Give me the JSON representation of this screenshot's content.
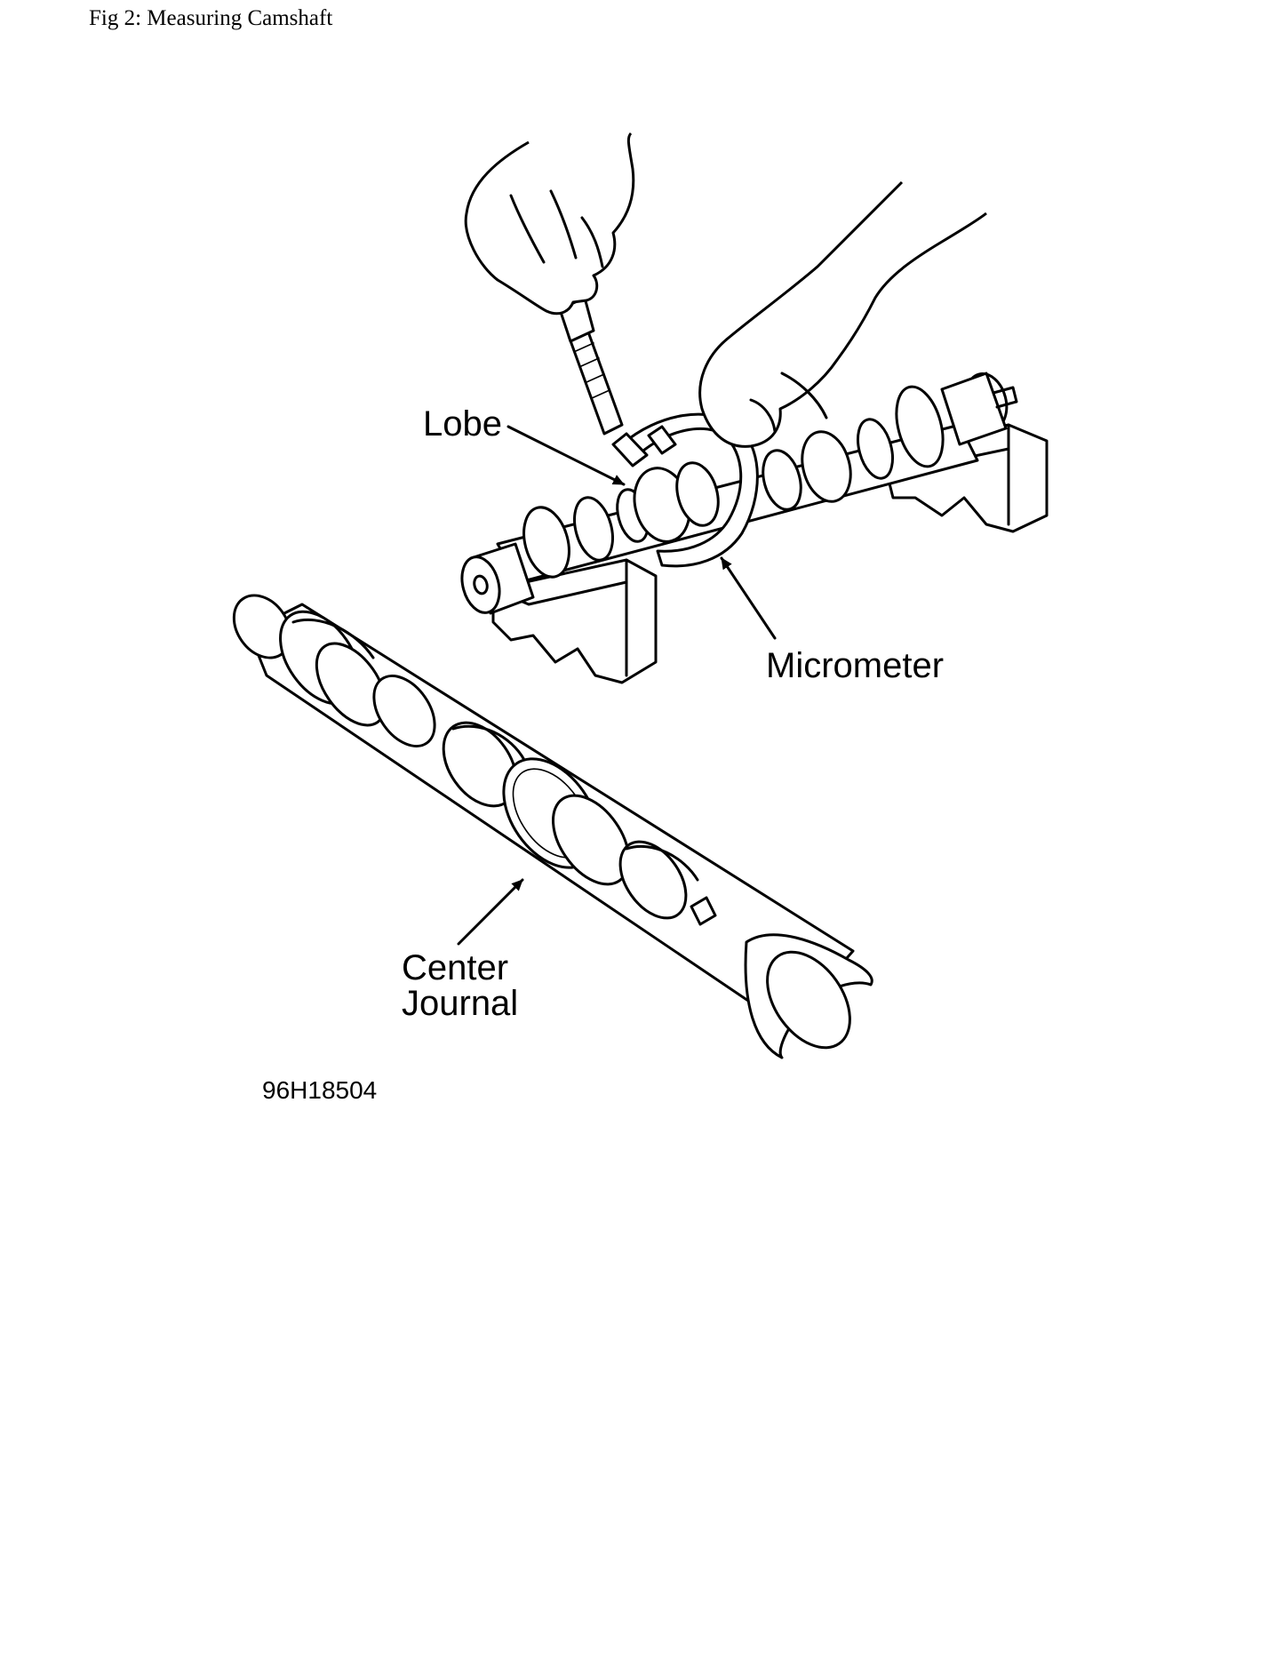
{
  "caption": "Fig 2: Measuring Camshaft",
  "figure": {
    "callouts": {
      "lobe": "Lobe",
      "micrometer": "Micrometer",
      "center_journal_line1": "Center",
      "center_journal_line2": "Journal"
    },
    "code": "96H18504"
  }
}
